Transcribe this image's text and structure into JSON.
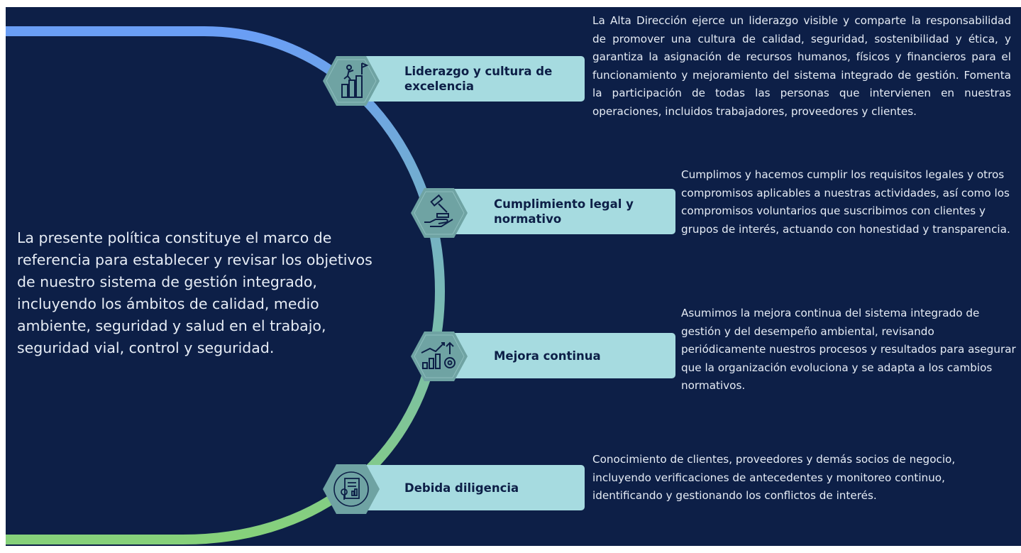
{
  "intro_text": "La presente política constituye el marco de referencia para establecer y revisar los objetivos de nuestro sistema de gestión integrado, incluyendo los ámbitos de calidad, medio ambiente, seguridad y salud en el trabajo, seguridad vial, control y seguridad.",
  "colors": {
    "background": "#0d1f47",
    "label_fill": "#a6dbe0",
    "hex_fill": "#6fa3a3",
    "arc_start": "#6a9ef5",
    "arc_end": "#86d17a"
  },
  "items": [
    {
      "title": "Liderazgo y cultura de excelencia",
      "icon": "leadership-climb-icon",
      "description": "La Alta Dirección ejerce un liderazgo visible y comparte la responsabilidad de promover una cultura de calidad, seguridad, sostenibilidad y ética, y garantiza la asignación de recursos humanos, físicos y financieros para el funcionamiento y mejoramiento del sistema integrado de gestión. Fomenta la participación de todas las personas que intervienen en nuestras operaciones, incluidos trabajadores, proveedores y clientes."
    },
    {
      "title": "Cumplimiento legal y normativo",
      "icon": "gavel-hand-icon",
      "description": "Cumplimos y hacemos cumplir los requisitos legales y otros compromisos aplicables a nuestras actividades, así como los compromisos voluntarios que suscribimos con clientes y grupos de interés, actuando con honestidad y transparencia."
    },
    {
      "title": "Mejora continua",
      "icon": "growth-chart-gear-icon",
      "description": "Asumimos la mejora continua del sistema integrado de gestión y del desempeño ambiental, revisando periódicamente nuestros procesos y resultados para asegurar que la organización evoluciona y se adapta a los cambios normativos."
    },
    {
      "title": "Debida diligencia",
      "icon": "document-search-icon",
      "description": "Conocimiento de clientes, proveedores y demás socios de negocio, incluyendo verificaciones de antecedentes y monitoreo continuo, identificando y gestionando los conflictos de interés."
    }
  ]
}
